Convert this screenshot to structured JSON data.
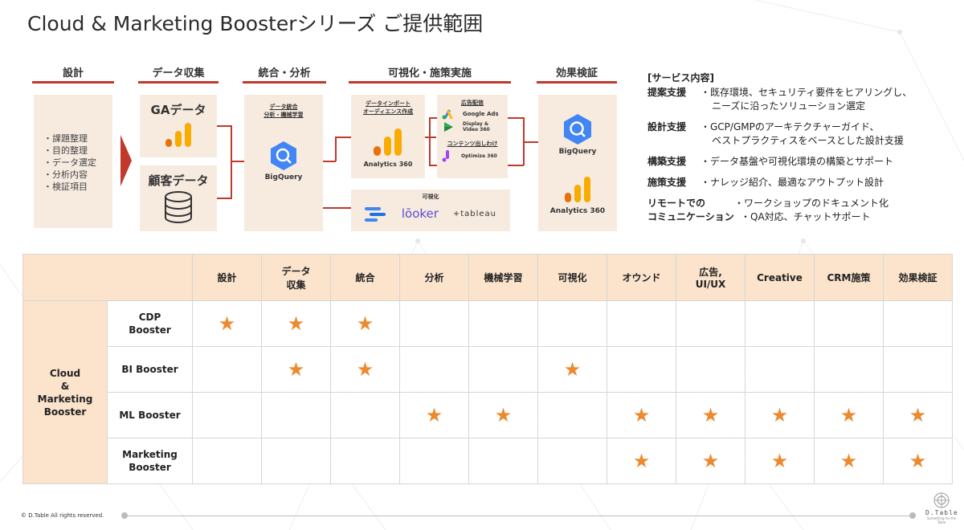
{
  "title": "Cloud & Marketing Boosterシリーズ ご提供範囲",
  "flow": {
    "stages": [
      "設計",
      "データ収集",
      "統合・分析",
      "可視化・施策実施",
      "効果検証"
    ],
    "design_items": [
      "課題整理",
      "目的整理",
      "データ選定",
      "分析内容",
      "検証項目"
    ],
    "ga_label": "GAデータ",
    "customer_label": "顧客データ",
    "integration_heading_1": "データ統合",
    "integration_heading_2": "分析・機械学習",
    "bigquery_label": "BigQuery",
    "import_heading_1": "データインポート",
    "import_heading_2": "オーディエンス作成",
    "analytics_label": "Analytics 360",
    "ads_heading": "広告配信",
    "google_ads": "Google Ads",
    "display_video_1": "Display &",
    "display_video_2": "Video 360",
    "content_heading": "コンテンツ出しわけ",
    "optimize_label": "Optimize 360",
    "viz_heading": "可視化",
    "looker_label": "lōoker",
    "tableau_label": "+tableau",
    "verify_bigquery": "BigQuery",
    "verify_analytics": "Analytics 360"
  },
  "service": {
    "heading": "[サービス内容]",
    "rows": [
      {
        "label": "提案支援",
        "lines": [
          "・既存環境、セキュリティ要件をヒアリングし、",
          "ニーズに沿ったソリューション選定"
        ]
      },
      {
        "label": "設計支援",
        "lines": [
          "・GCP/GMPのアーキテクチャーガイド、",
          "ベストプラクティスをベースとした設計支援"
        ]
      },
      {
        "label": "構築支援",
        "lines": [
          "・データ基盤や可視化環境の構築とサポート"
        ]
      },
      {
        "label": "施策支援",
        "lines": [
          "・ナレッジ紹介、最適なアウトプット設計"
        ]
      }
    ],
    "remote_label_1": "リモートでの",
    "remote_label_2": "コミュニケーション",
    "remote_desc_1": "・ワークショップのドキュメント化",
    "remote_desc_2": "・QA対応、チャットサポート"
  },
  "table": {
    "columns": [
      "設計",
      "データ\n収集",
      "統合",
      "分析",
      "機械学習",
      "可視化",
      "オウンド",
      "広告,\nUI/UX",
      "Creative",
      "CRM施策",
      "効果検証"
    ],
    "group_label": "Cloud\n&\nMarketing\nBooster",
    "star_glyph": "★",
    "rows": [
      {
        "name": "CDP\nBooster",
        "stars": [
          1,
          1,
          1,
          0,
          0,
          0,
          0,
          0,
          0,
          0,
          0
        ]
      },
      {
        "name": "BI Booster",
        "stars": [
          0,
          1,
          1,
          0,
          0,
          1,
          0,
          0,
          0,
          0,
          0
        ]
      },
      {
        "name": "ML Booster",
        "stars": [
          0,
          0,
          0,
          1,
          1,
          0,
          1,
          1,
          1,
          1,
          1
        ]
      },
      {
        "name": "Marketing\nBooster",
        "stars": [
          0,
          0,
          0,
          0,
          0,
          0,
          1,
          1,
          1,
          1,
          1
        ]
      }
    ]
  },
  "footer": {
    "copyright": "© D.Table All rights reserved.",
    "brand": "D.Table",
    "tagline": "Something for the Table"
  },
  "colors": {
    "accent": "#c0392b",
    "star": "#ec8a2f",
    "header_bg": "#fbe3cc",
    "box_bg": "#f7ebe0"
  }
}
